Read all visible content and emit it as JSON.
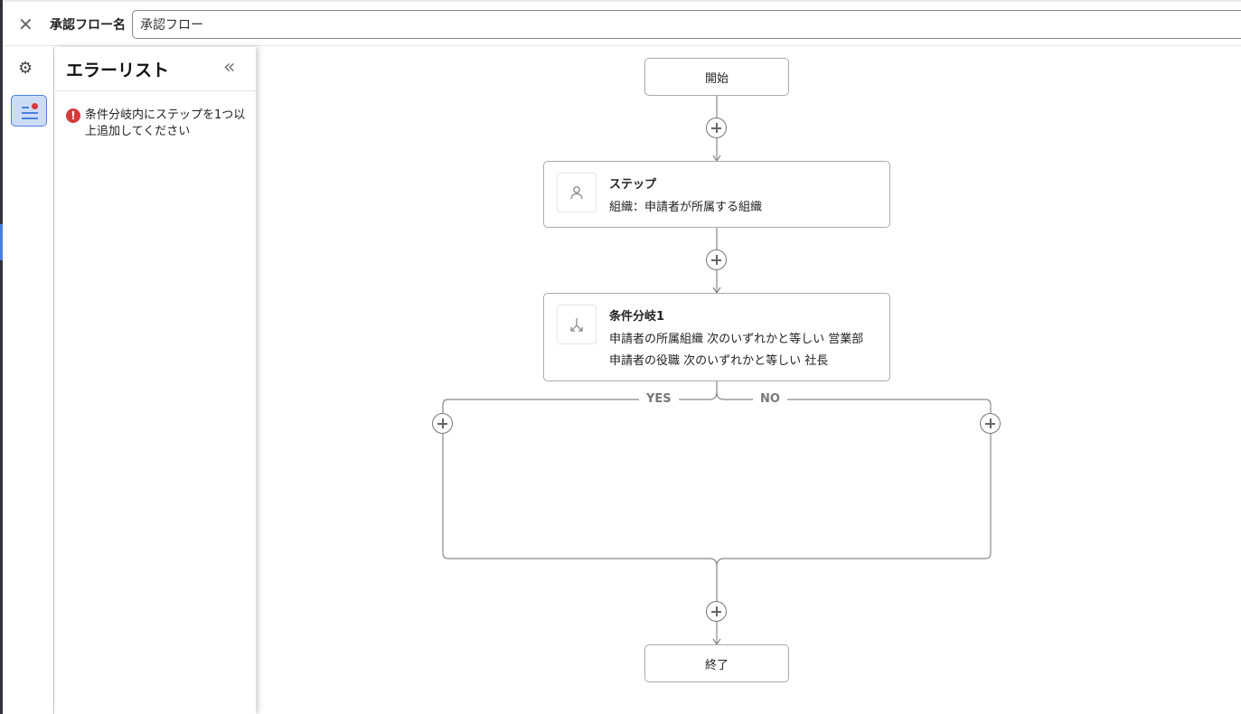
{
  "header": {
    "close_icon": "close-icon",
    "flow_name_label": "承認フロー名",
    "flow_name_value": "承認フロー"
  },
  "rail": {
    "settings_icon": "gear-icon",
    "error_list_icon": "list-with-badge-icon"
  },
  "error_panel": {
    "title": "エラーリスト",
    "collapse_icon": "double-chevron-left-icon",
    "errors": [
      {
        "icon": "error-icon",
        "message": "条件分岐内にステップを1つ以上追加してください"
      }
    ]
  },
  "flow": {
    "start": {
      "label": "開始"
    },
    "step": {
      "icon": "person-icon",
      "title": "ステップ",
      "detail": "組織：申請者が所属する組織"
    },
    "branch": {
      "icon": "branch-icon",
      "title": "条件分岐1",
      "conditions": [
        "申請者の所属組織 次のいずれかと等しい 営業部",
        "申請者の役職 次のいずれかと等しい 社長"
      ],
      "yes_label": "YES",
      "no_label": "NO"
    },
    "end": {
      "label": "終了"
    }
  },
  "colors": {
    "accent": "#4a7fe0",
    "error": "#d63b3b"
  }
}
